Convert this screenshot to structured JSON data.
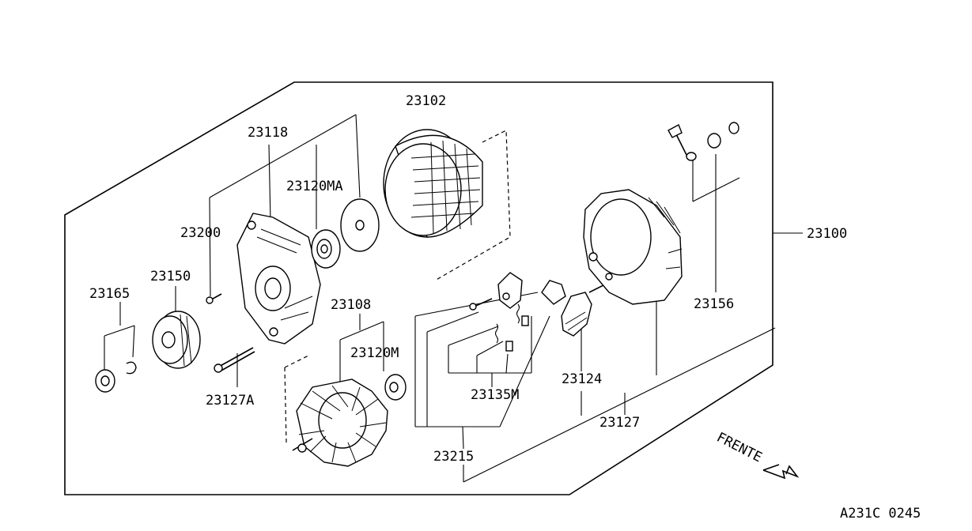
{
  "diagram": {
    "parts": [
      {
        "id": "23102",
        "label": "23102"
      },
      {
        "id": "23118",
        "label": "23118"
      },
      {
        "id": "23120MA",
        "label": "23120MA"
      },
      {
        "id": "23200",
        "label": "23200"
      },
      {
        "id": "23150",
        "label": "23150"
      },
      {
        "id": "23165",
        "label": "23165"
      },
      {
        "id": "23108",
        "label": "23108"
      },
      {
        "id": "23120M",
        "label": "23120M"
      },
      {
        "id": "23127A",
        "label": "23127A"
      },
      {
        "id": "23135M",
        "label": "23135M"
      },
      {
        "id": "23124",
        "label": "23124"
      },
      {
        "id": "23127",
        "label": "23127"
      },
      {
        "id": "23215",
        "label": "23215"
      },
      {
        "id": "23156",
        "label": "23156"
      },
      {
        "id": "23100",
        "label": "23100"
      }
    ],
    "direction_label": "FRENTE",
    "figure_code": "A231C 0245"
  }
}
